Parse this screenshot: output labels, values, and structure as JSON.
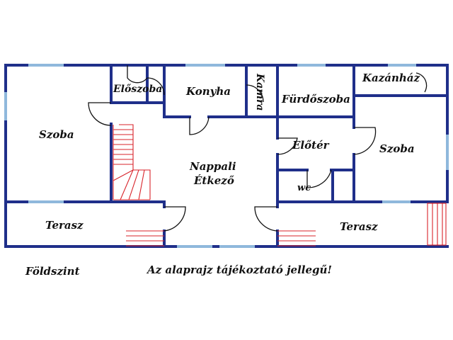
{
  "plan": {
    "rooms": {
      "szoba_left": "Szoba",
      "eloszoba": "Előszoba",
      "konyha": "Konyha",
      "kamra": "Kamra",
      "furdoszoba": "Fürdőszoba",
      "kazanhaz": "Kazánház",
      "nappali_line1": "Nappali",
      "nappali_line2": "Étkező",
      "eloter": "Előtér",
      "szoba_right": "Szoba",
      "wc": "wc",
      "terasz_left": "Terasz",
      "terasz_right": "Terasz"
    },
    "level_label": "Földszint",
    "disclaimer": "Az alaprajz tájékoztató jellegű!",
    "colors": {
      "wall": "#1f2f8a",
      "window": "#8fb8dc",
      "stair": "#d8232a",
      "door": "#111111"
    }
  }
}
